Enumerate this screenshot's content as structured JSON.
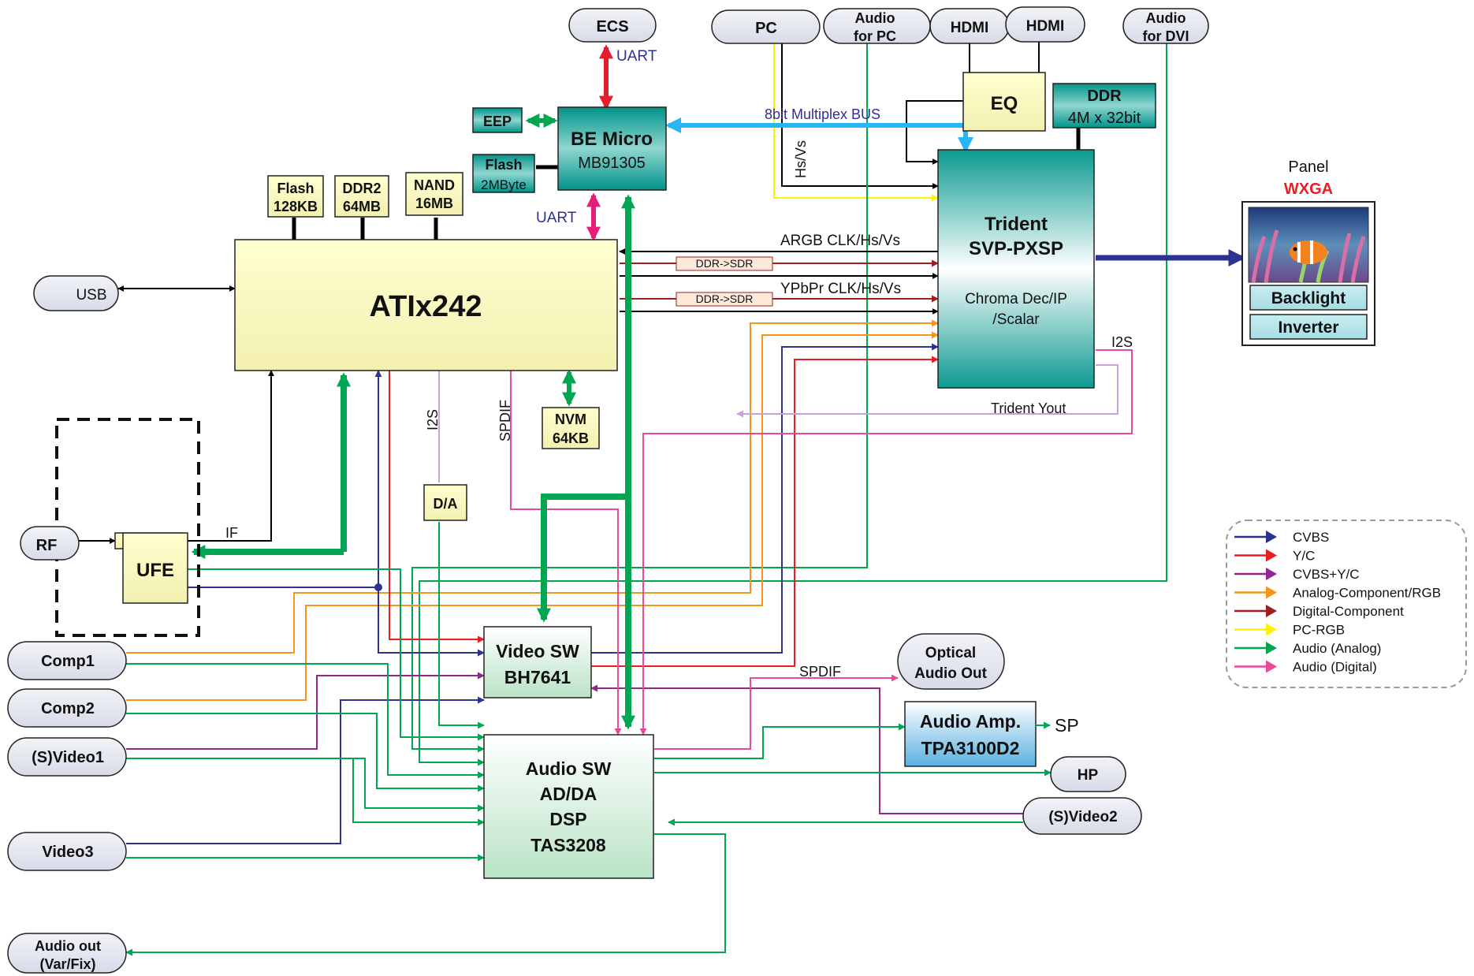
{
  "inputs": {
    "ecs": "ECS",
    "pc": "PC",
    "audio_pc": [
      "Audio",
      "for PC"
    ],
    "hdmi1": "HDMI",
    "hdmi2": "HDMI",
    "audio_dvi": [
      "Audio",
      "for DVI"
    ],
    "usb": "USB",
    "rf": "RF",
    "comp1": "Comp1",
    "comp2": "Comp2",
    "svideo1": "(S)Video1",
    "video3": "Video3",
    "audio_out": [
      "Audio out",
      "(Var/Fix)"
    ],
    "optical": [
      "Optical",
      "Audio Out"
    ],
    "hp": "HP",
    "svideo2": "(S)Video2"
  },
  "blocks": {
    "eep": "EEP",
    "flash2": [
      "Flash",
      "2MByte"
    ],
    "be_micro": [
      "BE Micro",
      "MB91305"
    ],
    "eq": "EQ",
    "ddr": [
      "DDR",
      "4M x 32bit"
    ],
    "flash128": [
      "Flash",
      "128KB"
    ],
    "ddr2": [
      "DDR2",
      "64MB"
    ],
    "nand": [
      "NAND",
      "16MB"
    ],
    "atix": "ATIx242",
    "trident": [
      "Trident",
      "SVP-PXSP",
      "Chroma Dec/IP",
      "/Scalar"
    ],
    "nvm": [
      "NVM",
      "64KB"
    ],
    "da": "D/A",
    "ufe": "UFE",
    "video_sw": [
      "Video SW",
      "BH7641"
    ],
    "audio_sw": [
      "Audio SW",
      "AD/DA",
      "DSP",
      "TAS3208"
    ],
    "audio_amp": [
      "Audio Amp.",
      "TPA3100D2"
    ],
    "panel_label": "Panel",
    "panel_res": "WXGA",
    "backlight": "Backlight",
    "inverter": "Inverter"
  },
  "labels": {
    "uart_top": "UART",
    "uart_bottom": "UART",
    "bus": "8bit Multiplex BUS",
    "hsvs": "Hs/Vs",
    "argb": "ARGB  CLK/Hs/Vs",
    "ypbpr": "YPbPr  CLK/Hs/Vs",
    "ddr_sdr_1": "DDR->SDR",
    "ddr_sdr_2": "DDR->SDR",
    "i2s_right": "I2S",
    "trident_yout": "Trident Yout",
    "i2s_vertical": "I2S",
    "spdif_vertical": "SPDIF",
    "if_label": "IF",
    "spdif_opt": "SPDIF",
    "sp": "SP"
  },
  "legend": [
    {
      "label": "CVBS",
      "color": "#2e3192"
    },
    {
      "label": "Y/C",
      "color": "#ed1c24"
    },
    {
      "label": "CVBS+Y/C",
      "color": "#92278f"
    },
    {
      "label": "Analog-Component/RGB",
      "color": "#f7941d"
    },
    {
      "label": "Digital-Component",
      "color": "#9e1f20"
    },
    {
      "label": "PC-RGB",
      "color": "#fff200"
    },
    {
      "label": "Audio (Analog)",
      "color": "#00a651"
    },
    {
      "label": "Audio (Digital)",
      "color": "#ec4899"
    }
  ],
  "colors": {
    "cvbs": "#2e3192",
    "yc": "#ed1c24",
    "cvbs_yc": "#92278f",
    "analog_comp": "#f7941d",
    "digital_comp": "#9e1f20",
    "pc_rgb": "#fff200",
    "audio_analog": "#00a651",
    "audio_digital": "#ec4899",
    "bus": "#29b6f6",
    "uart": "#e61e78",
    "panel_out": "#2e3192",
    "wxga": "#ed1c24"
  }
}
